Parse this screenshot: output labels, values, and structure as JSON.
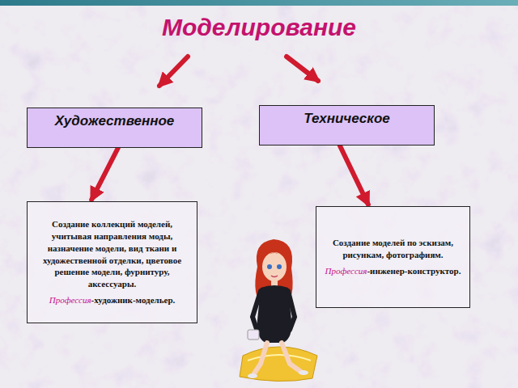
{
  "diagram": {
    "title": "Моделирование",
    "nodes": [
      {
        "text": [
          "Художественное"
        ]
      },
      {
        "text": [
          "Техническое"
        ]
      },
      {
        "text": [
          "Создание коллекций моделей, учитывая направления моды, назначение модели, вид ткани и художественной отделки, цветовое решение модели, фурнитуру, аксессуары.",
          "Профессия",
          "-художник-модельер."
        ]
      },
      {
        "text": [
          "Создание моделей по эскизам, рисункам, фотографиям.",
          "Профессия",
          "-инженер-конструктор."
        ]
      }
    ],
    "edges": [
      {
        "from": 0,
        "to": 2,
        "arrow": "to"
      },
      {
        "from": 1,
        "to": 3,
        "arrow": "to"
      }
    ]
  }
}
